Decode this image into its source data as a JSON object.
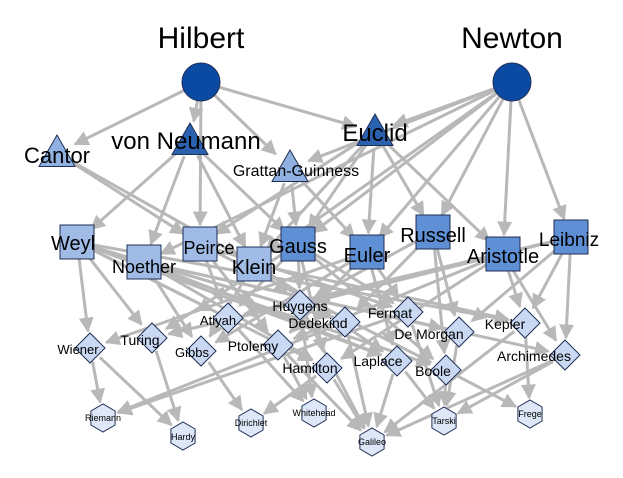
{
  "colors": {
    "edge": "#b8b8b8",
    "background": "#ffffff",
    "circle": "#0b4aa2",
    "triangle_dark": "#2b62b0",
    "triangle_light": "#8fb0e0",
    "square_mid": "#5f8fd4",
    "square_light": "#9fbbe6",
    "diamond": "#c9d9f3",
    "hexagon": "#dde7f8",
    "node_stroke": "#1f2f55"
  },
  "nodes": [
    {
      "id": "hilbert",
      "label": "Hilbert",
      "shape": "circle",
      "tier": 1
    },
    {
      "id": "newton",
      "label": "Newton",
      "shape": "circle",
      "tier": 1
    },
    {
      "id": "cantor",
      "label": "Cantor",
      "shape": "triangle",
      "tier": 2
    },
    {
      "id": "vonneumann",
      "label": "von Neumann",
      "shape": "triangle",
      "tier": 2
    },
    {
      "id": "euclid",
      "label": "Euclid",
      "shape": "triangle",
      "tier": 2
    },
    {
      "id": "grattan",
      "label": "Grattan-Guinness",
      "shape": "triangle",
      "tier": 2
    },
    {
      "id": "weyl",
      "label": "Weyl",
      "shape": "square",
      "tier": 3
    },
    {
      "id": "noether",
      "label": "Noether",
      "shape": "square",
      "tier": 3
    },
    {
      "id": "peirce",
      "label": "Peirce",
      "shape": "square",
      "tier": 3
    },
    {
      "id": "klein",
      "label": "Klein",
      "shape": "square",
      "tier": 3
    },
    {
      "id": "gauss",
      "label": "Gauss",
      "shape": "square",
      "tier": 3
    },
    {
      "id": "euler",
      "label": "Euler",
      "shape": "square",
      "tier": 3
    },
    {
      "id": "russell",
      "label": "Russell",
      "shape": "square",
      "tier": 3
    },
    {
      "id": "aristotle",
      "label": "Aristotle",
      "shape": "square",
      "tier": 3
    },
    {
      "id": "leibniz",
      "label": "Leibniz",
      "shape": "square",
      "tier": 3
    },
    {
      "id": "huygens",
      "label": "Huygens",
      "shape": "diamond",
      "tier": 4
    },
    {
      "id": "dedekind",
      "label": "Dedekind",
      "shape": "diamond",
      "tier": 4
    },
    {
      "id": "fermat",
      "label": "Fermat",
      "shape": "diamond",
      "tier": 4
    },
    {
      "id": "atiyah",
      "label": "Atiyah",
      "shape": "diamond",
      "tier": 4
    },
    {
      "id": "demorgan",
      "label": "De Morgan",
      "shape": "diamond",
      "tier": 4
    },
    {
      "id": "kepler",
      "label": "Kepler",
      "shape": "diamond",
      "tier": 4
    },
    {
      "id": "turing",
      "label": "Turing",
      "shape": "diamond",
      "tier": 4
    },
    {
      "id": "wiener",
      "label": "Wiener",
      "shape": "diamond",
      "tier": 4
    },
    {
      "id": "gibbs",
      "label": "Gibbs",
      "shape": "diamond",
      "tier": 4
    },
    {
      "id": "ptolemy",
      "label": "Ptolemy",
      "shape": "diamond",
      "tier": 4
    },
    {
      "id": "hamilton",
      "label": "Hamilton",
      "shape": "diamond",
      "tier": 4
    },
    {
      "id": "laplace",
      "label": "Laplace",
      "shape": "diamond",
      "tier": 4
    },
    {
      "id": "boole",
      "label": "Boole",
      "shape": "diamond",
      "tier": 4
    },
    {
      "id": "archimedes",
      "label": "Archimedes",
      "shape": "diamond",
      "tier": 4
    },
    {
      "id": "riemann",
      "label": "Riemann",
      "shape": "hexagon",
      "tier": 5
    },
    {
      "id": "hardy",
      "label": "Hardy",
      "shape": "hexagon",
      "tier": 5
    },
    {
      "id": "dirichlet",
      "label": "Dirichlet",
      "shape": "hexagon",
      "tier": 5
    },
    {
      "id": "whitehead",
      "label": "Whitehead",
      "shape": "hexagon",
      "tier": 5
    },
    {
      "id": "galileo",
      "label": "Galileo",
      "shape": "hexagon",
      "tier": 5
    },
    {
      "id": "tarski",
      "label": "Tarski",
      "shape": "hexagon",
      "tier": 5
    },
    {
      "id": "frege",
      "label": "Frege",
      "shape": "hexagon",
      "tier": 5
    }
  ],
  "edges": [
    [
      "hilbert",
      "cantor"
    ],
    [
      "hilbert",
      "vonneumann"
    ],
    [
      "hilbert",
      "euclid"
    ],
    [
      "hilbert",
      "grattan"
    ],
    [
      "hilbert",
      "peirce"
    ],
    [
      "newton",
      "euclid"
    ],
    [
      "newton",
      "grattan"
    ],
    [
      "newton",
      "gauss"
    ],
    [
      "newton",
      "euler"
    ],
    [
      "newton",
      "russell"
    ],
    [
      "newton",
      "aristotle"
    ],
    [
      "newton",
      "leibniz"
    ],
    [
      "newton",
      "klein"
    ],
    [
      "newton",
      "noether"
    ],
    [
      "cantor",
      "klein"
    ],
    [
      "cantor",
      "peirce"
    ],
    [
      "vonneumann",
      "weyl"
    ],
    [
      "vonneumann",
      "noether"
    ],
    [
      "vonneumann",
      "klein"
    ],
    [
      "vonneumann",
      "gauss"
    ],
    [
      "euclid",
      "gauss"
    ],
    [
      "euclid",
      "euler"
    ],
    [
      "euclid",
      "russell"
    ],
    [
      "euclid",
      "aristotle"
    ],
    [
      "euclid",
      "klein"
    ],
    [
      "euclid",
      "peirce"
    ],
    [
      "grattan",
      "gauss"
    ],
    [
      "grattan",
      "klein"
    ],
    [
      "grattan",
      "euler"
    ],
    [
      "weyl",
      "wiener"
    ],
    [
      "weyl",
      "turing"
    ],
    [
      "weyl",
      "hamilton"
    ],
    [
      "weyl",
      "dedekind"
    ],
    [
      "weyl",
      "kepler"
    ],
    [
      "weyl",
      "laplace"
    ],
    [
      "weyl",
      "boole"
    ],
    [
      "weyl",
      "atiyah"
    ],
    [
      "noether",
      "gibbs"
    ],
    [
      "noether",
      "dedekind"
    ],
    [
      "noether",
      "hamilton"
    ],
    [
      "noether",
      "demorgan"
    ],
    [
      "noether",
      "archimedes"
    ],
    [
      "noether",
      "laplace"
    ],
    [
      "peirce",
      "ptolemy"
    ],
    [
      "peirce",
      "fermat"
    ],
    [
      "peirce",
      "boole"
    ],
    [
      "peirce",
      "atiyah"
    ],
    [
      "klein",
      "gibbs"
    ],
    [
      "klein",
      "huygens"
    ],
    [
      "klein",
      "dedekind"
    ],
    [
      "klein",
      "laplace"
    ],
    [
      "klein",
      "kepler"
    ],
    [
      "gauss",
      "huygens"
    ],
    [
      "gauss",
      "fermat"
    ],
    [
      "gauss",
      "atiyah"
    ],
    [
      "gauss",
      "turing"
    ],
    [
      "gauss",
      "hamilton"
    ],
    [
      "gauss",
      "boole"
    ],
    [
      "euler",
      "fermat"
    ],
    [
      "euler",
      "ptolemy"
    ],
    [
      "euler",
      "laplace"
    ],
    [
      "euler",
      "wiener"
    ],
    [
      "euler",
      "gibbs"
    ],
    [
      "russell",
      "dedekind"
    ],
    [
      "russell",
      "demorgan"
    ],
    [
      "russell",
      "boole"
    ],
    [
      "russell",
      "huygens"
    ],
    [
      "aristotle",
      "kepler"
    ],
    [
      "aristotle",
      "archimedes"
    ],
    [
      "aristotle",
      "hamilton"
    ],
    [
      "aristotle",
      "turing"
    ],
    [
      "aristotle",
      "ptolemy"
    ],
    [
      "leibniz",
      "archimedes"
    ],
    [
      "leibniz",
      "kepler"
    ],
    [
      "leibniz",
      "demorgan"
    ],
    [
      "leibniz",
      "huygens"
    ],
    [
      "leibniz",
      "atiyah"
    ],
    [
      "wiener",
      "riemann"
    ],
    [
      "wiener",
      "hardy"
    ],
    [
      "turing",
      "hardy"
    ],
    [
      "gibbs",
      "dirichlet"
    ],
    [
      "atiyah",
      "whitehead"
    ],
    [
      "ptolemy",
      "galileo"
    ],
    [
      "ptolemy",
      "whitehead"
    ],
    [
      "huygens",
      "galileo"
    ],
    [
      "huygens",
      "whitehead"
    ],
    [
      "dedekind",
      "riemann"
    ],
    [
      "dedekind",
      "galileo"
    ],
    [
      "hamilton",
      "galileo"
    ],
    [
      "hamilton",
      "dirichlet"
    ],
    [
      "laplace",
      "galileo"
    ],
    [
      "laplace",
      "tarski"
    ],
    [
      "fermat",
      "tarski"
    ],
    [
      "fermat",
      "riemann"
    ],
    [
      "boole",
      "tarski"
    ],
    [
      "boole",
      "frege"
    ],
    [
      "demorgan",
      "tarski"
    ],
    [
      "kepler",
      "galileo"
    ],
    [
      "kepler",
      "frege"
    ],
    [
      "archimedes",
      "tarski"
    ],
    [
      "archimedes",
      "galileo"
    ]
  ]
}
